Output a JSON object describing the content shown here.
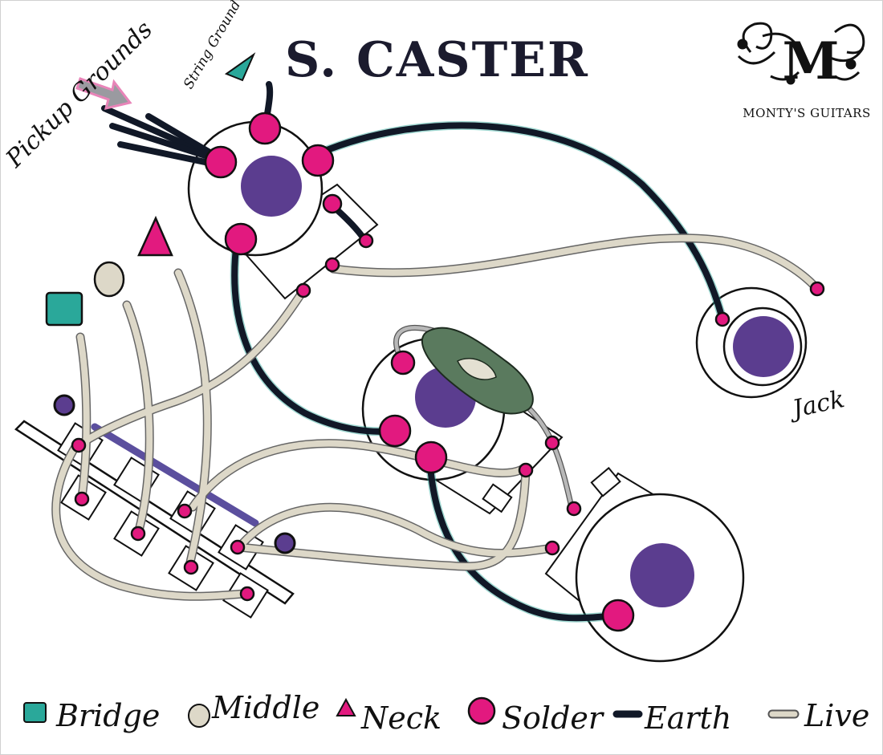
{
  "title": "S. CASTER",
  "brand": {
    "logo_letter": "M",
    "name": "MONTY'S GUITARS"
  },
  "annotations": {
    "pickup_grounds": "Pickup Grounds",
    "string_ground": "String Ground",
    "jack": "Jack"
  },
  "legend": {
    "bridge": "Bridge",
    "middle": "Middle",
    "neck": "Neck",
    "solder": "Solder",
    "earth": "Earth",
    "live": "Live"
  },
  "colors": {
    "bridge": "#2aa89a",
    "middle": "#ddd8c8",
    "neck": "#e21a7f",
    "solder": "#e2197f",
    "earth": "#111827",
    "live": "#ddd8c8",
    "pot_center": "#5b3d8f",
    "capacitor": "#5a7a5e",
    "pickup_grounds_arrow": "#e884b8",
    "string_ground_arrow": "#2aa89a"
  }
}
